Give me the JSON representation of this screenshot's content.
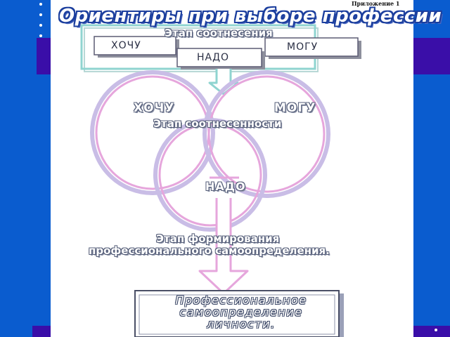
{
  "slide": {
    "title": "Ориентиры при выборе профессии",
    "appendix_label": "Приложение 1"
  },
  "stage1": {
    "heading": "Этап соотнесения",
    "want": "ХОЧУ",
    "can": "МОГУ",
    "need": "НАДО"
  },
  "stage2": {
    "heading": "Этап соотнесенности",
    "want": "ХОЧУ",
    "can": "МОГУ",
    "need": "НАДО"
  },
  "stage3": {
    "heading_line1": "Этап формирования",
    "heading_line2": "профессионального самоопределения."
  },
  "result": {
    "line1": "Профессиональное",
    "line2": "самоопределение",
    "line3": "личности."
  },
  "colors": {
    "background": "#0a5ccf",
    "band": "#3a0ea8",
    "panel": "#ffffff",
    "teal_frame": "#8fd4d0",
    "pink": "#e6a6dc",
    "lavender": "#c9bde6",
    "box_border": "#5c5c74",
    "text_outline": "#545d78"
  }
}
